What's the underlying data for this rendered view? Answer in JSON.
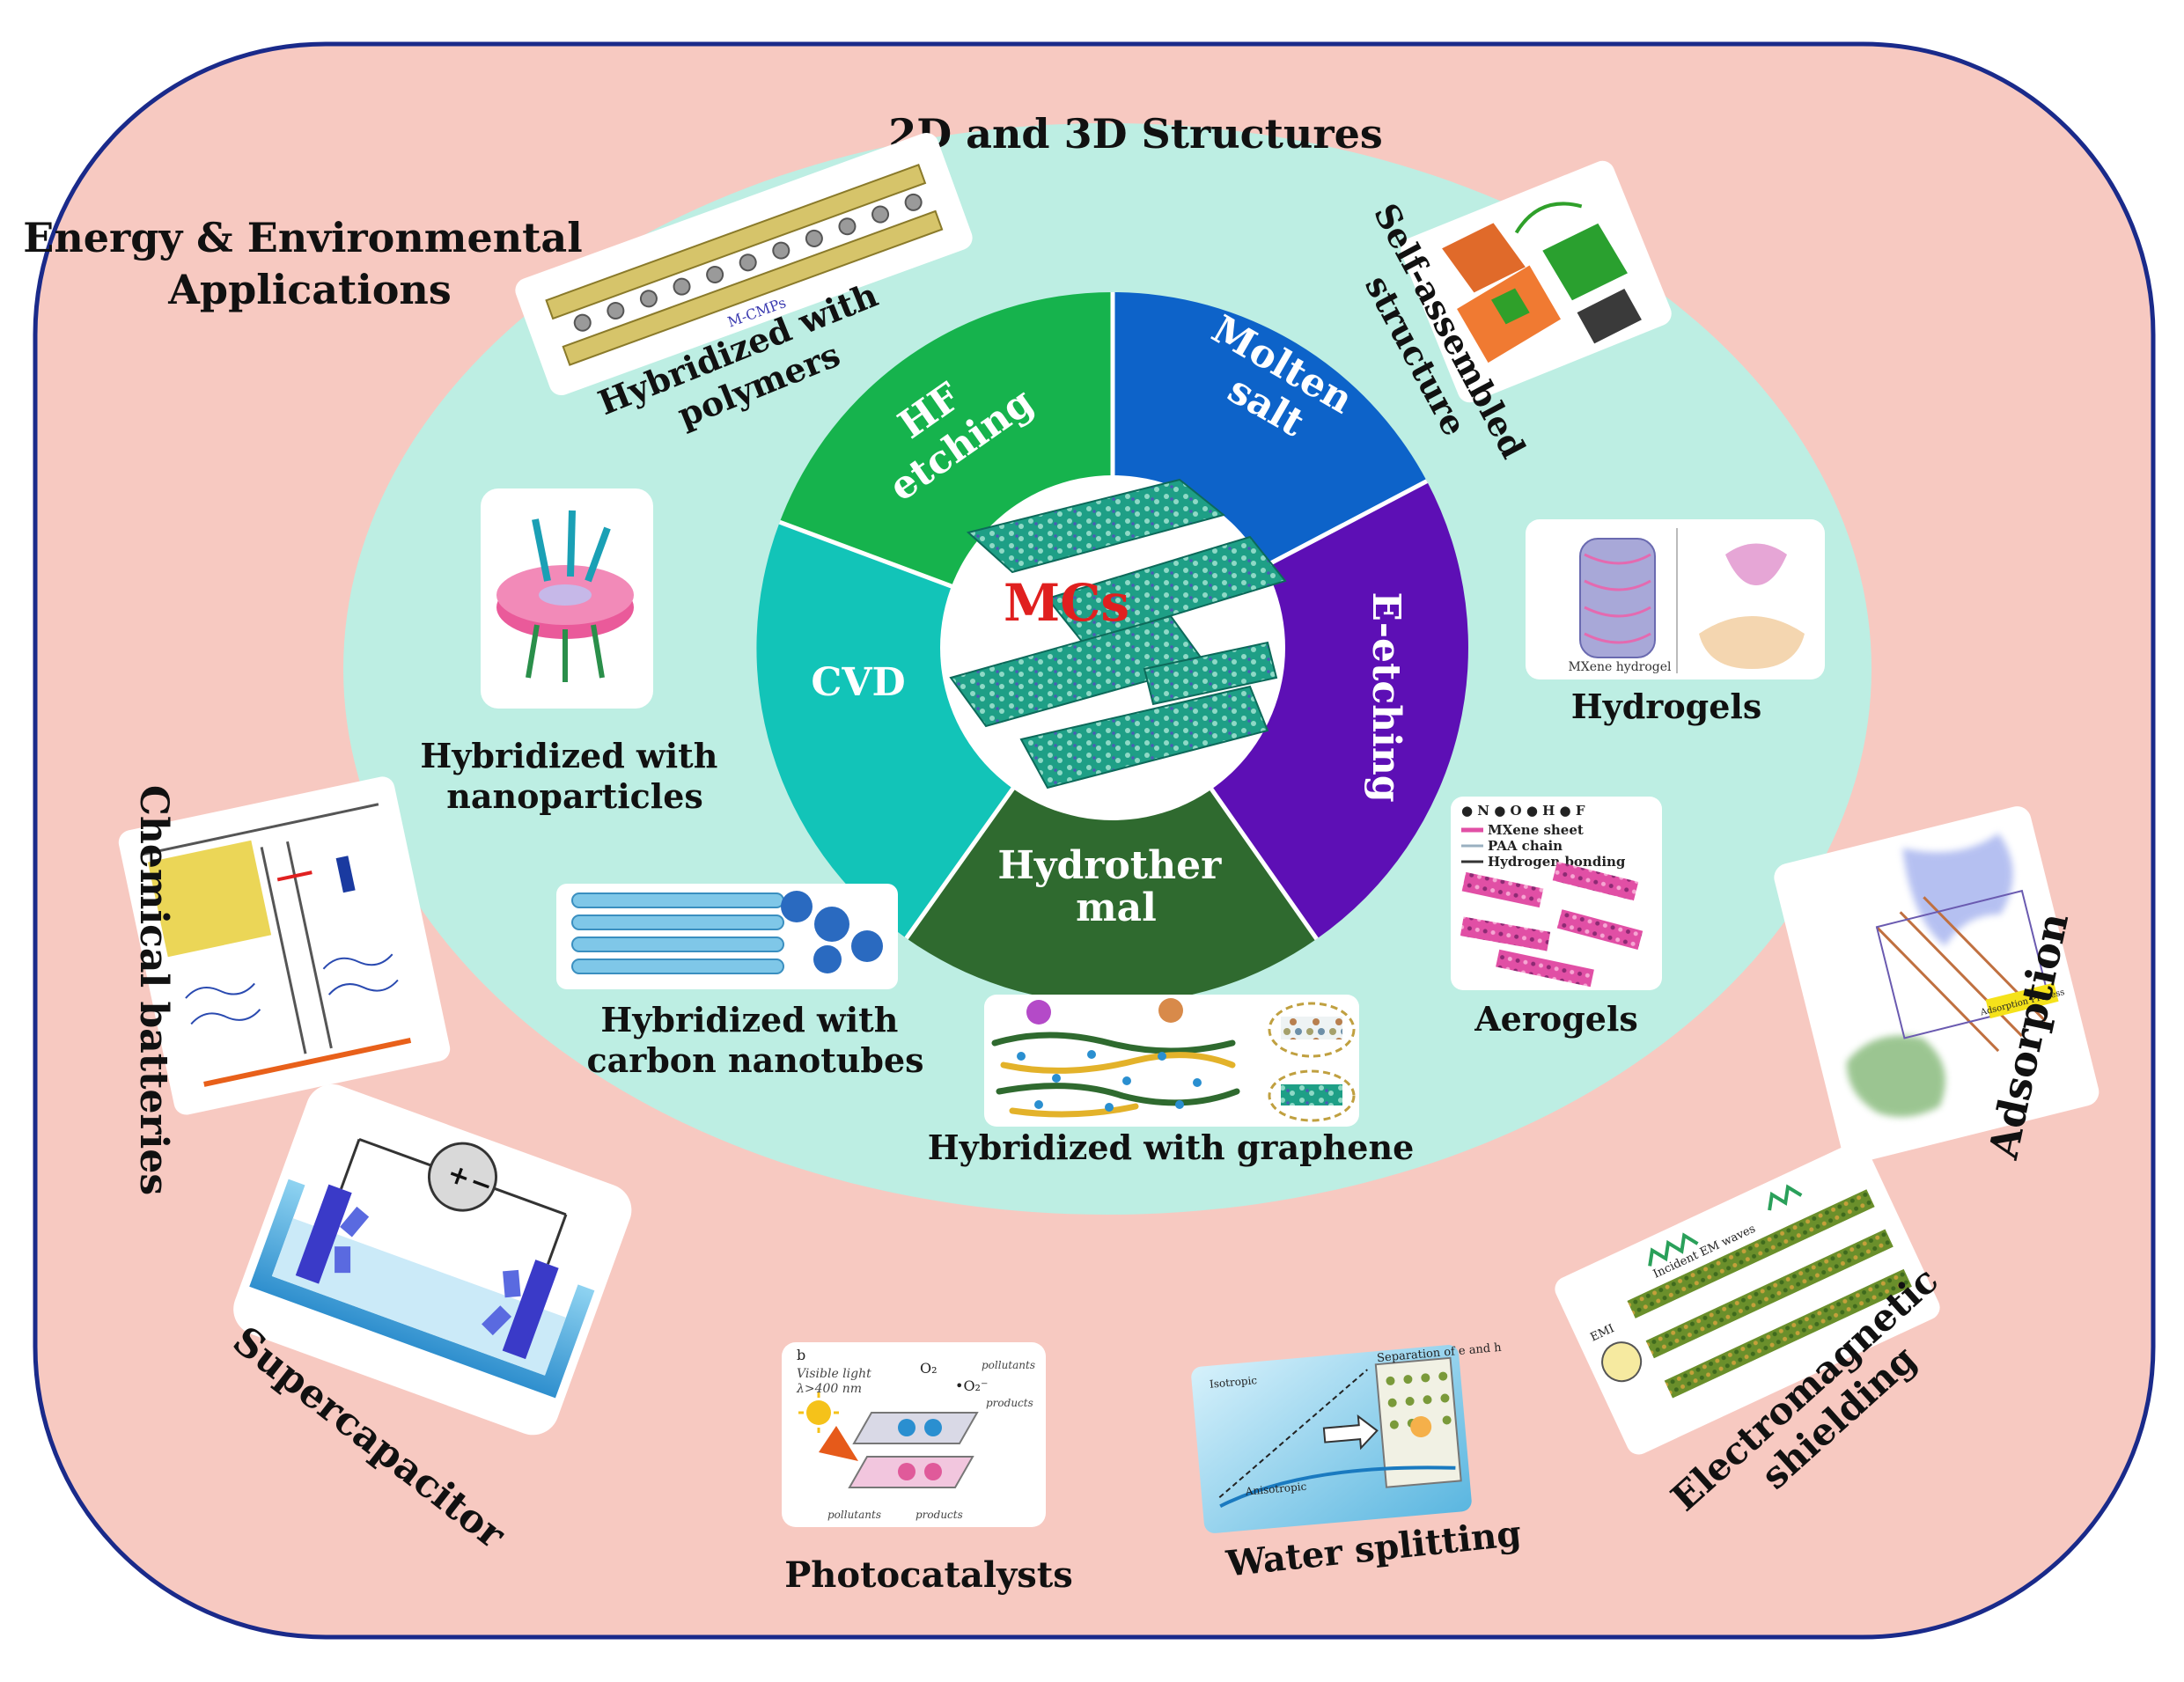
{
  "titles": {
    "energy_line1": "Energy & Environmental",
    "energy_line2": "Applications",
    "structures": "2D and 3D Structures"
  },
  "center_label": "MCs",
  "methods": {
    "hf_line1": "HF",
    "hf_line2": "etching",
    "molten_line1": "Molten",
    "molten_line2": "salt",
    "e_etching": "E-etching",
    "hydro_line1": "Hydrother",
    "hydro_line2": "mal",
    "cvd": "CVD"
  },
  "structures": {
    "polymers_line1": "Hybridized with",
    "polymers_line2": "polymers",
    "self_line1": "Self-assembled",
    "self_line2": "structure",
    "nano_line1": "Hybridized with",
    "nano_line2": "nanoparticles",
    "hydrogels": "Hydrogels",
    "cnt_line1": "Hybridized with",
    "cnt_line2": "carbon nanotubes",
    "aerogels": "Aerogels",
    "graphene": "Hybridized with graphene"
  },
  "applications": {
    "chemical_batteries": "Chemical batteries",
    "supercapacitor": "Supercapacitor",
    "photocatalysts": "Photocatalysts",
    "water_splitting": "Water splitting",
    "em_line1": "Electromagnetic",
    "em_line2": "shielding",
    "adsorption": "Adsorption"
  },
  "image_labels": {
    "mcmps": "M-CMPs",
    "mxene_hydrogel": "MXene hydrogel",
    "legend_atoms": "● N  ● O  ● H  ● F",
    "legend_sheet": "MXene sheet",
    "legend_paa": "PAA chain",
    "legend_hbond": "Hydrogen bonding",
    "photo_b": "b",
    "photo_visible": "Visible light",
    "photo_visible2": "λ>400 nm",
    "photo_o2": "O₂",
    "photo_o2rad": "•O₂⁻",
    "photo_pollutants": "pollutants",
    "photo_products": "products",
    "photo_pollutants2": "pollutants",
    "photo_products2": "products",
    "water_sep": "Separation of e and h",
    "water_isotropic": "Isotropic",
    "water_anisotropic": "Anisotropic",
    "em_emi": "EMI",
    "em_incident": "Incident EM waves",
    "adsorption_process": "Adsorption Process"
  },
  "colors": {
    "outer_bg": "#f7c9c1",
    "ellipse_bg": "#bdeee3",
    "hf": "#16b34d",
    "molten": "#0d63c9",
    "e_etching": "#5d0fb5",
    "hydrothermal": "#2f6a2f",
    "cvd": "#12c4b8",
    "center_text": "#e0201f"
  }
}
